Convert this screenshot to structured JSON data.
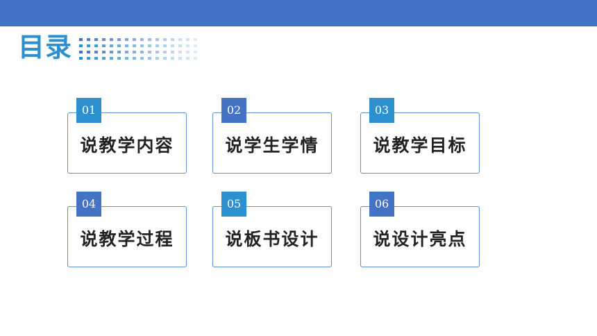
{
  "slide": {
    "title": "目录",
    "accent_color": "#4472c4",
    "title_color": "#2b8fd0"
  },
  "items": [
    {
      "number": "01",
      "label": "说教学内容"
    },
    {
      "number": "02",
      "label": "说学生学情"
    },
    {
      "number": "03",
      "label": "说教学目标"
    },
    {
      "number": "04",
      "label": "说教学过程"
    },
    {
      "number": "05",
      "label": "说板书设计"
    },
    {
      "number": "06",
      "label": "说设计亮点"
    }
  ]
}
